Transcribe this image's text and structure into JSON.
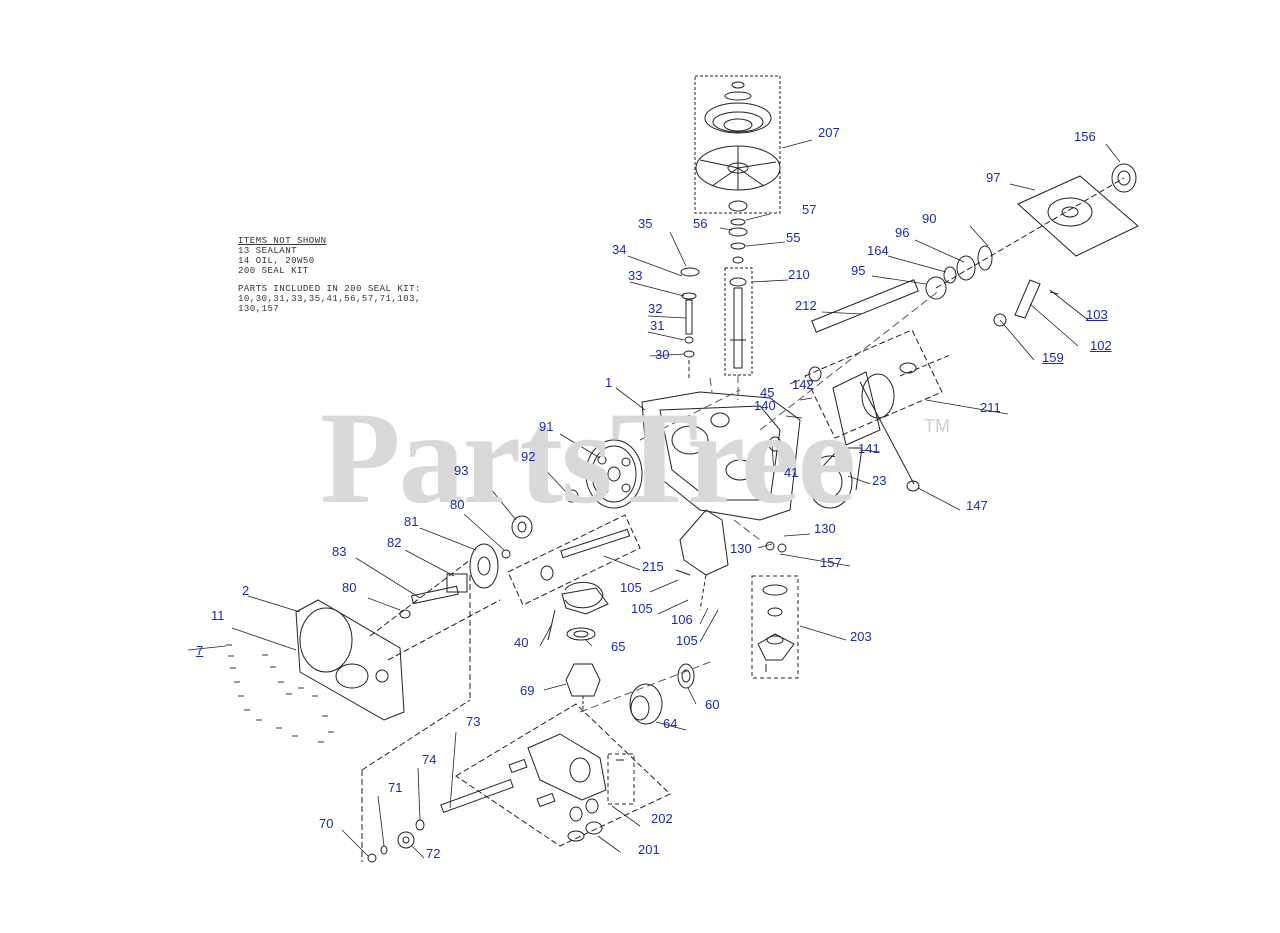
{
  "watermark": {
    "brand": "PartsTree",
    "tm": "TM"
  },
  "notes": {
    "heading": "ITEMS NOT SHOWN",
    "items": [
      "13 SEALANT",
      "14 OIL, 20W50",
      "200 SEAL KIT"
    ],
    "kit_line1": "PARTS INCLUDED IN 200 SEAL KIT:",
    "kit_line2": "10,30,31,33,35,41,56,57,71,103,",
    "kit_line3": "130,157"
  },
  "callouts": {
    "c207": "207",
    "c156": "156",
    "c97": "97",
    "c57": "57",
    "c56": "56",
    "c55": "55",
    "c35": "35",
    "c34": "34",
    "c33": "33",
    "c32": "32",
    "c31": "31",
    "c30": "30",
    "c90": "90",
    "c96": "96",
    "c164": "164",
    "c95": "95",
    "c210": "210",
    "c212": "212",
    "c103": "103",
    "c102": "102",
    "c159": "159",
    "c142": "142",
    "c45": "45",
    "c140": "140",
    "c211": "211",
    "c1": "1",
    "c91": "91",
    "c92": "92",
    "c93": "93",
    "c80a": "80",
    "c141": "141",
    "c41": "41",
    "c23": "23",
    "c147": "147",
    "c81": "81",
    "c82": "82",
    "c83": "83",
    "c130a": "130",
    "c130b": "130",
    "c157": "157",
    "c215": "215",
    "c2": "2",
    "c80b": "80",
    "c105a": "105",
    "c105b": "105",
    "c106": "106",
    "c105c": "105",
    "c11": "11",
    "c7": "7",
    "c40": "40",
    "c65": "65",
    "c203": "203",
    "c69": "69",
    "c60": "60",
    "c64": "64",
    "c73": "73",
    "c74": "74",
    "c71": "71",
    "c70": "70",
    "c72": "72",
    "c202": "202",
    "c201": "201"
  }
}
